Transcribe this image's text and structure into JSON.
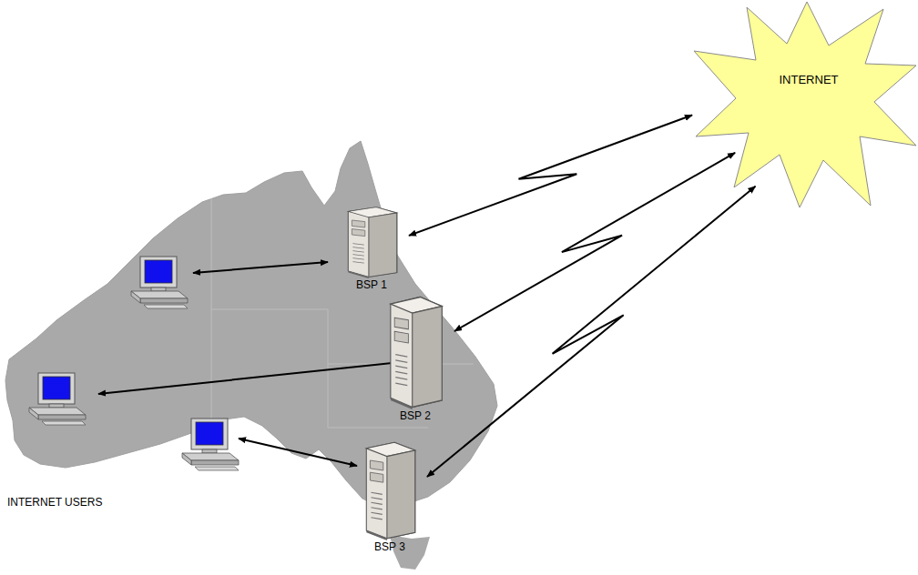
{
  "diagram": {
    "nodes": [
      {
        "text": [
          "INTERNET"
        ]
      },
      {
        "text": [
          "BSP 1"
        ]
      },
      {
        "text": [
          "BSP 2"
        ]
      },
      {
        "text": [
          "BSP 3"
        ]
      }
    ],
    "edges": [
      {
        "from": 1,
        "to": 0,
        "arrow": "both"
      },
      {
        "from": 2,
        "to": 0,
        "arrow": "both"
      },
      {
        "from": 3,
        "to": 0,
        "arrow": "both"
      }
    ],
    "labels": [
      "INTERNET USERS"
    ]
  }
}
